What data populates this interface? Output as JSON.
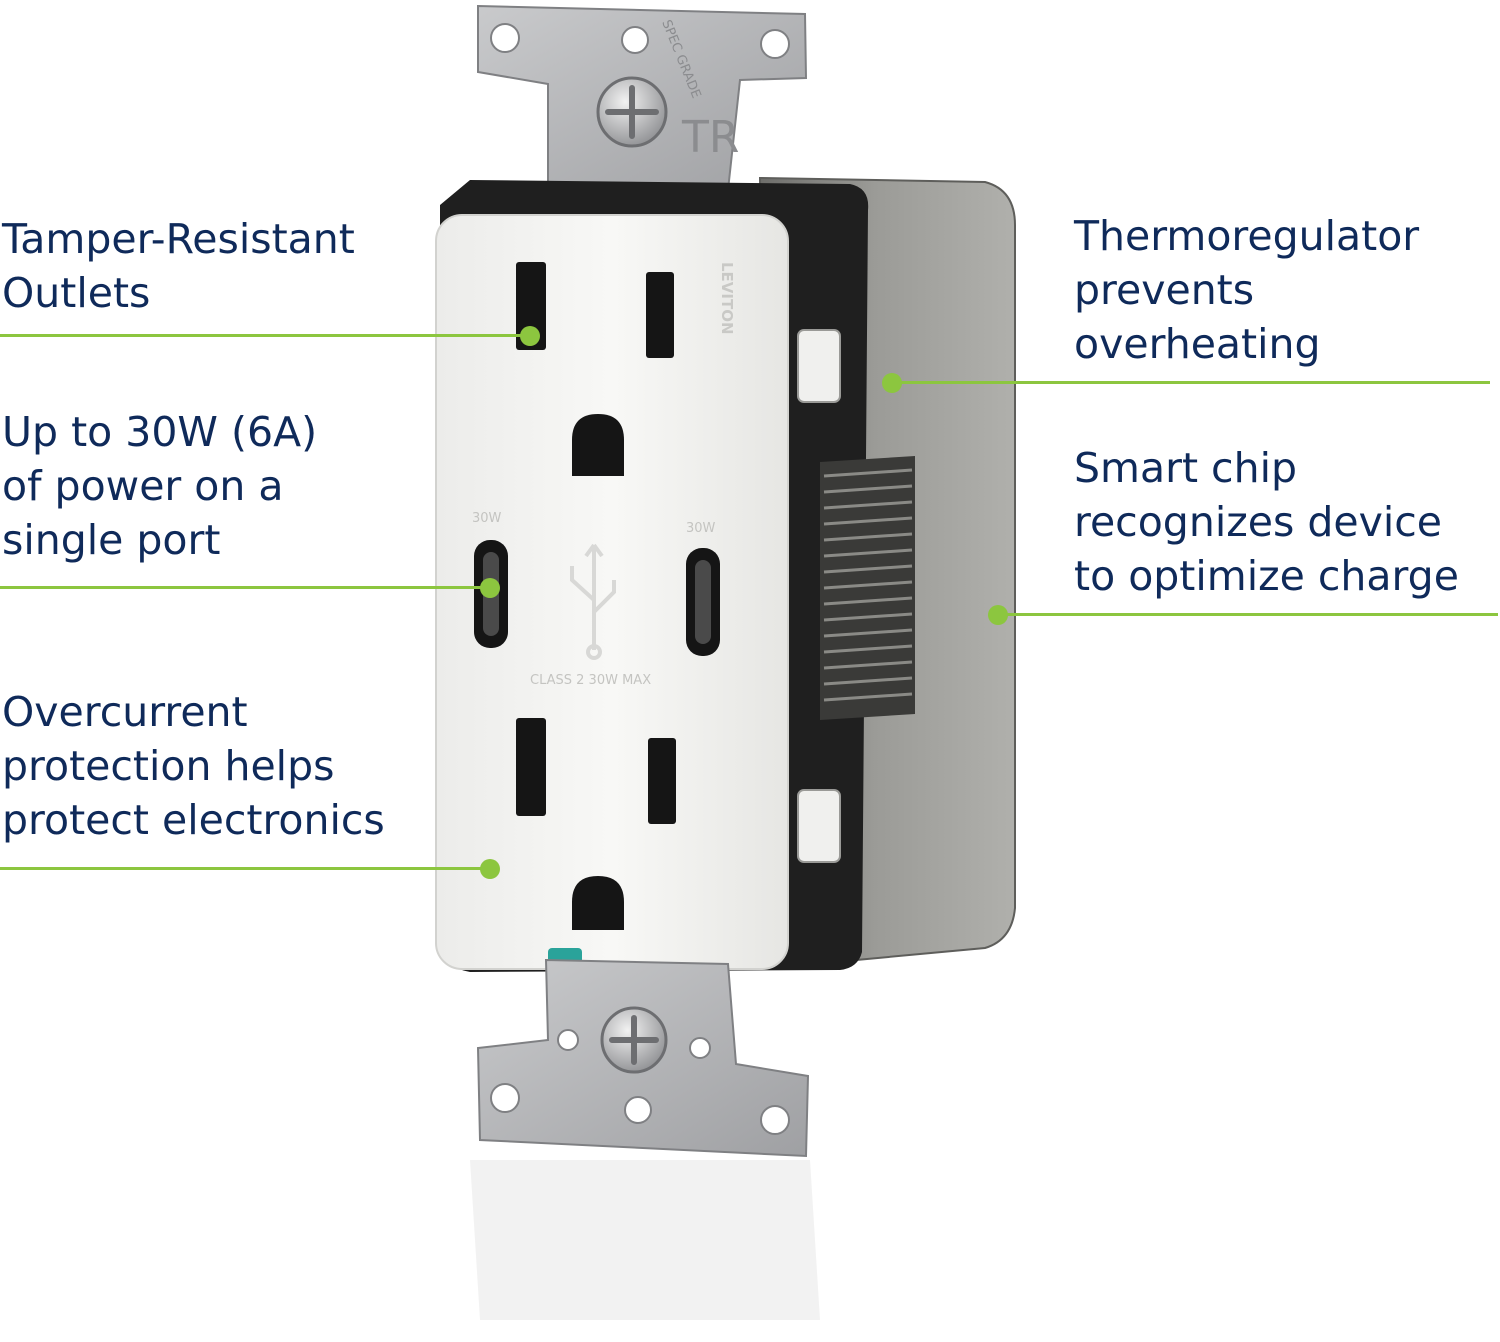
{
  "callouts": [
    {
      "id": "tamper-resistant",
      "lines": [
        "Tamper-Resistant",
        "Outlets"
      ]
    },
    {
      "id": "power",
      "lines": [
        "Up to 30W (6A)",
        "of power on a",
        "single port"
      ]
    },
    {
      "id": "overcurrent",
      "lines": [
        "Overcurrent",
        "protection helps",
        "protect electronics"
      ]
    },
    {
      "id": "thermoregulator",
      "lines": [
        "Thermoregulator",
        "prevents",
        "overheating"
      ]
    },
    {
      "id": "smart-chip",
      "lines": [
        "Smart chip",
        "recognizes device",
        "to optimize charge"
      ]
    }
  ],
  "product_marks": {
    "brand": "LEVITON",
    "top_strap": "SPEC GRADE",
    "tr_mark": "TR",
    "port_left": "30W",
    "port_right": "30W",
    "class_rating": "CLASS 2 30W MAX"
  },
  "colors": {
    "text": "#0f2a5a",
    "accent": "#8cc63f",
    "face": "#f4f4f2",
    "housing": "#8b8b88",
    "strap": "#b7b8ba"
  },
  "icons": [
    "usb-icon",
    "screw-icon"
  ]
}
